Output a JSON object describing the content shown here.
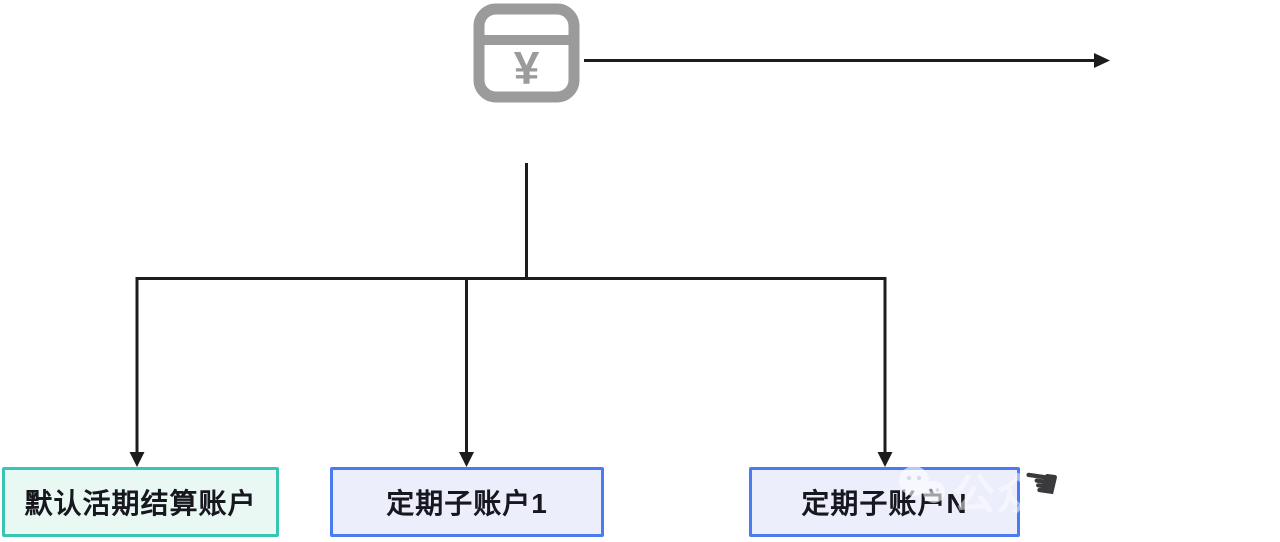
{
  "diagram": {
    "root_icon": {
      "name": "account-card-icon",
      "glyph": "¥"
    },
    "nodes": [
      {
        "label": "默认活期结算账户",
        "style": "teal"
      },
      {
        "label": "定期子账户1",
        "style": "blue"
      },
      {
        "label": "定期子账户N",
        "style": "blue"
      }
    ]
  },
  "watermark": {
    "text": "公众",
    "hand_glyph": "☚"
  },
  "colors": {
    "line": "#1c1c1e",
    "icon-gray": "#9b9b9b",
    "teal-border": "#38c5b4",
    "teal-bg": "#e9f8f3",
    "blue-border": "#4a7bf0",
    "blue-bg": "#eceefb",
    "text-dark": "#17171f",
    "watermark-white": "#ffffff",
    "hand-dark": "#2a2a2c"
  }
}
